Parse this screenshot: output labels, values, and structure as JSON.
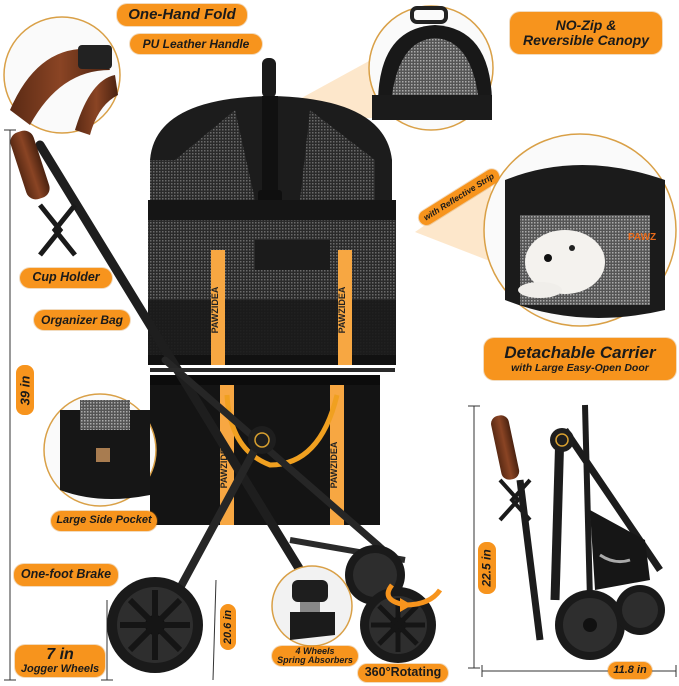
{
  "brand": {
    "name": "PAWZIDEA",
    "strap_text": "PAWZIDEA",
    "accent_color": "#f7941d",
    "frame_color": "#1e1e1e",
    "handle_color": "#7a3b1e"
  },
  "callouts": {
    "one_hand_fold": "One-Hand Fold",
    "pu_leather_handle": "PU Leather Handle",
    "canopy_line1": "NO-Zip &",
    "canopy_line2": "Reversible Canopy",
    "reflective_strip": "with Reflective Strip",
    "cup_holder": "Cup Holder",
    "organizer_bag": "Organizer Bag",
    "carrier_title": "Detachable Carrier",
    "carrier_subtitle": "with Large Easy-Open Door",
    "large_side_pocket": "Large Side Pocket",
    "one_foot_brake": "One-foot Brake",
    "spring_line1": "4 Wheels",
    "spring_line2": "Spring Absorbers",
    "rotating": "360°Rotating"
  },
  "dimensions": {
    "total_height": "39 in",
    "wheel_size_value": "7 in",
    "wheel_size_label": "Jogger Wheels",
    "handle_to_ground": "20.6 in",
    "folded_height": "22.5 in",
    "folded_width": "11.8 in"
  },
  "insets": [
    {
      "name": "handle-closeup",
      "depicts": "PU leather handle with fold button"
    },
    {
      "name": "canopy-closeup",
      "depicts": "open reversible canopy with handle"
    },
    {
      "name": "carrier-closeup",
      "depicts": "white dog inside detachable carrier"
    },
    {
      "name": "side-pocket-closeup",
      "depicts": "organizer bag side pocket"
    },
    {
      "name": "spring-closeup",
      "depicts": "wheel spring absorber"
    }
  ]
}
